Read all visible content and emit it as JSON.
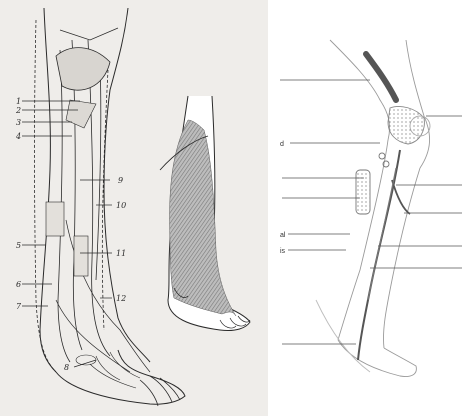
{
  "left_figure": {
    "labels": [
      {
        "id": "1",
        "text": "1"
      },
      {
        "id": "2",
        "text": "2"
      },
      {
        "id": "3",
        "text": "3"
      },
      {
        "id": "4",
        "text": "4"
      },
      {
        "id": "5",
        "text": "5"
      },
      {
        "id": "6",
        "text": "6"
      },
      {
        "id": "7",
        "text": "7"
      },
      {
        "id": "8",
        "text": "8"
      },
      {
        "id": "9",
        "text": "9"
      },
      {
        "id": "10",
        "text": "10"
      },
      {
        "id": "11",
        "text": "11"
      },
      {
        "id": "12",
        "text": "12"
      }
    ]
  },
  "right_figure": {
    "labels": [
      {
        "id": "r1",
        "text": "d"
      },
      {
        "id": "r2",
        "text": "al"
      },
      {
        "id": "r3",
        "text": "is"
      }
    ]
  },
  "colors": {
    "panel_bg": "#efedea",
    "ink": "#2a2a2a",
    "hatch": "#8c8c8c",
    "vein": "#555555"
  }
}
